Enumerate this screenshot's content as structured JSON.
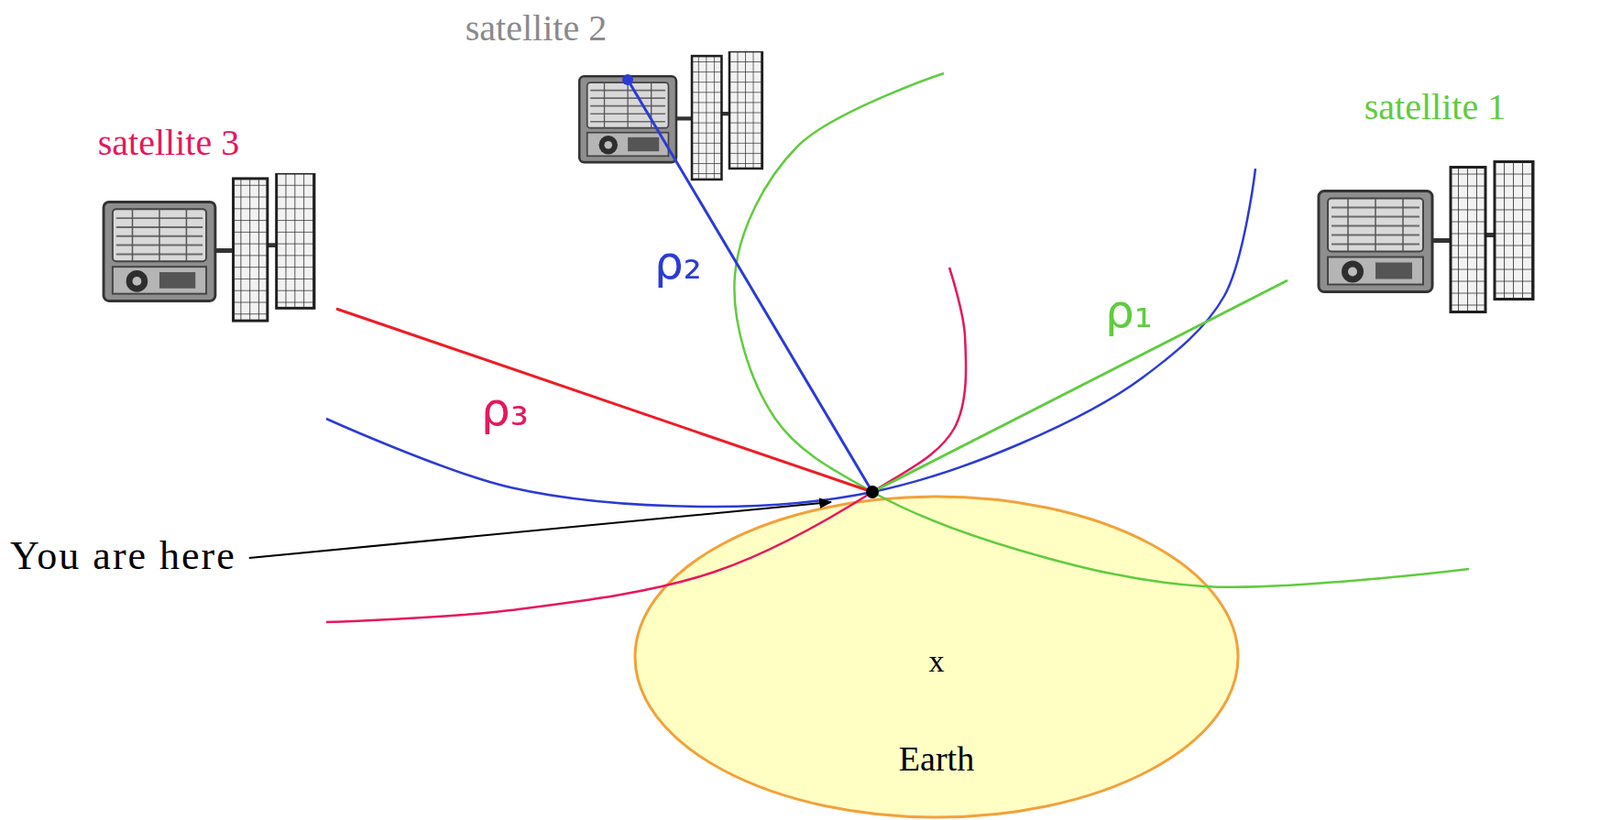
{
  "diagram": {
    "nodes": [
      {
        "text": [
          "Earth"
        ]
      }
    ],
    "labels": [
      "satellite 2",
      "satellite 3",
      "satellite 1",
      "ρ₂",
      "ρ₁",
      "ρ₃",
      "You are here",
      "x"
    ]
  }
}
